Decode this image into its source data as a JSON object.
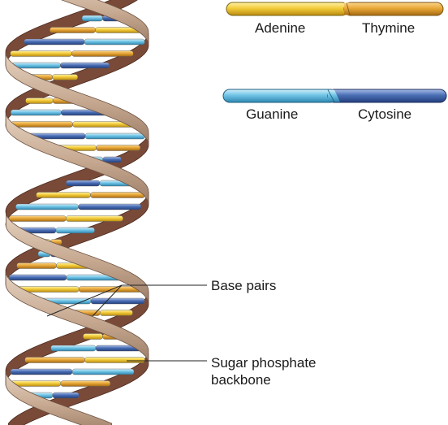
{
  "legend": {
    "pair1": {
      "left": "Adenine",
      "right": "Thymine"
    },
    "pair2": {
      "left": "Guanine",
      "right": "Cytosine"
    }
  },
  "labels": {
    "base_pairs": "Base pairs",
    "backbone_line1": "Sugar phosphate",
    "backbone_line2": "backbone"
  },
  "colors": {
    "adenine": "#f2cc3a",
    "thymine": "#e8a838",
    "guanine": "#6fc4e6",
    "cytosine": "#4a6fb5",
    "backbone_front": "#c8aa92",
    "backbone_back": "#7a4a38"
  }
}
